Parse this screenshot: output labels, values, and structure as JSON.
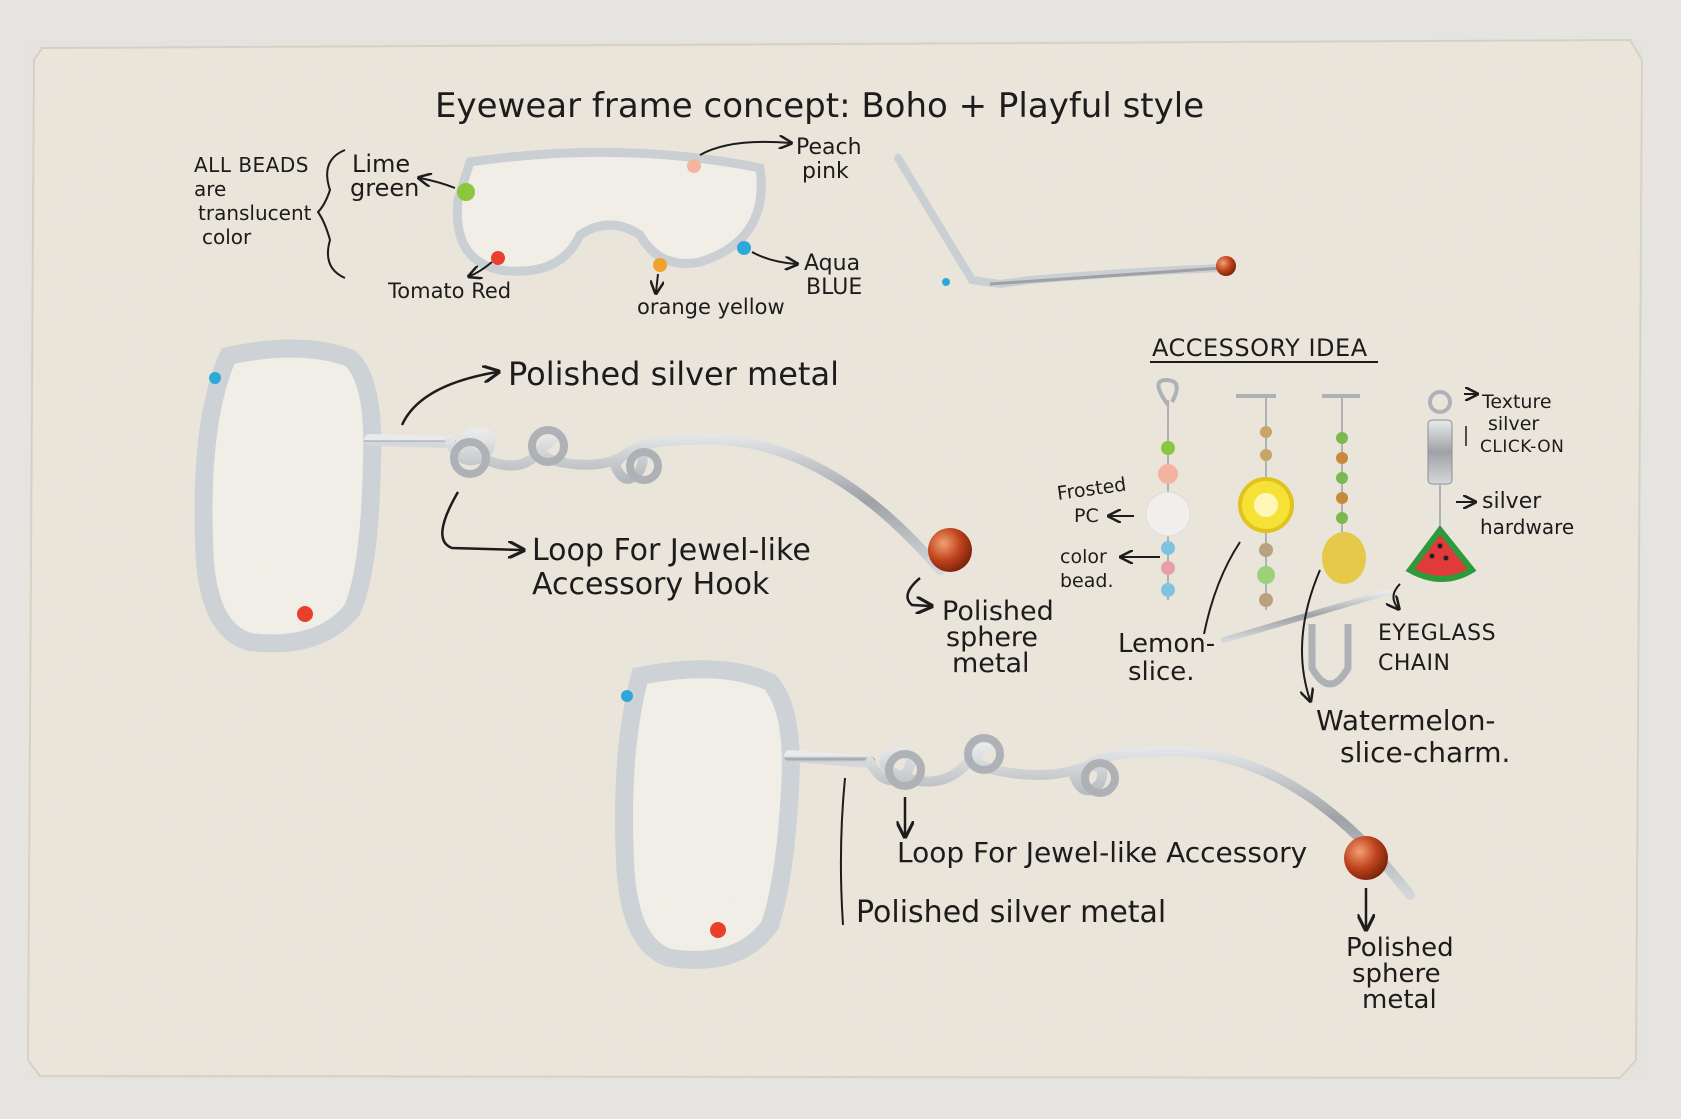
{
  "title": "Eyewear frame concept: Boho + Playful style",
  "colors": {
    "paper": "#ece6db",
    "ink": "#1c1c1c",
    "lime_green": "#8cc63f",
    "peach_pink": "#f4b4a0",
    "tomato_red": "#e8402c",
    "orange_yellow": "#f2a12a",
    "aqua_blue": "#2ea8d8",
    "amber_sphere": "#c0441c",
    "silver": "#b9bcc0"
  },
  "front_view": {
    "beads_note": [
      "ALL BEADS",
      "are",
      "translucent",
      "color"
    ],
    "lime": [
      "Lime",
      "green"
    ],
    "peach": [
      "Peach",
      "pink"
    ],
    "tomato": "Tomato Red",
    "orange": "orange yellow",
    "aqua": [
      "Aqua",
      "BLUE"
    ]
  },
  "side_view_1": {
    "metal": "Polished silver metal",
    "loop": [
      "Loop For Jewel-like",
      "Accessory Hook"
    ],
    "sphere": [
      "Polished",
      "sphere",
      "metal"
    ]
  },
  "side_view_2": {
    "loop": "Loop For Jewel-like Accessory",
    "metal": "Polished silver metal",
    "sphere": [
      "Polished",
      "sphere",
      "metal"
    ]
  },
  "accessory": {
    "heading": "ACCESSORY IDEA",
    "frosted": [
      "Frosted",
      "PC"
    ],
    "color_bead": [
      "color",
      "bead."
    ],
    "lemon": [
      "Lemon-",
      "slice."
    ],
    "watermelon": [
      "Watermelon-",
      "slice-charm."
    ],
    "eyeglass_chain": [
      "EYEGLASS",
      "CHAIN"
    ],
    "texture": [
      "Texture",
      "silver",
      "CLICK-ON"
    ],
    "hardware": [
      "silver",
      "hardware"
    ]
  }
}
